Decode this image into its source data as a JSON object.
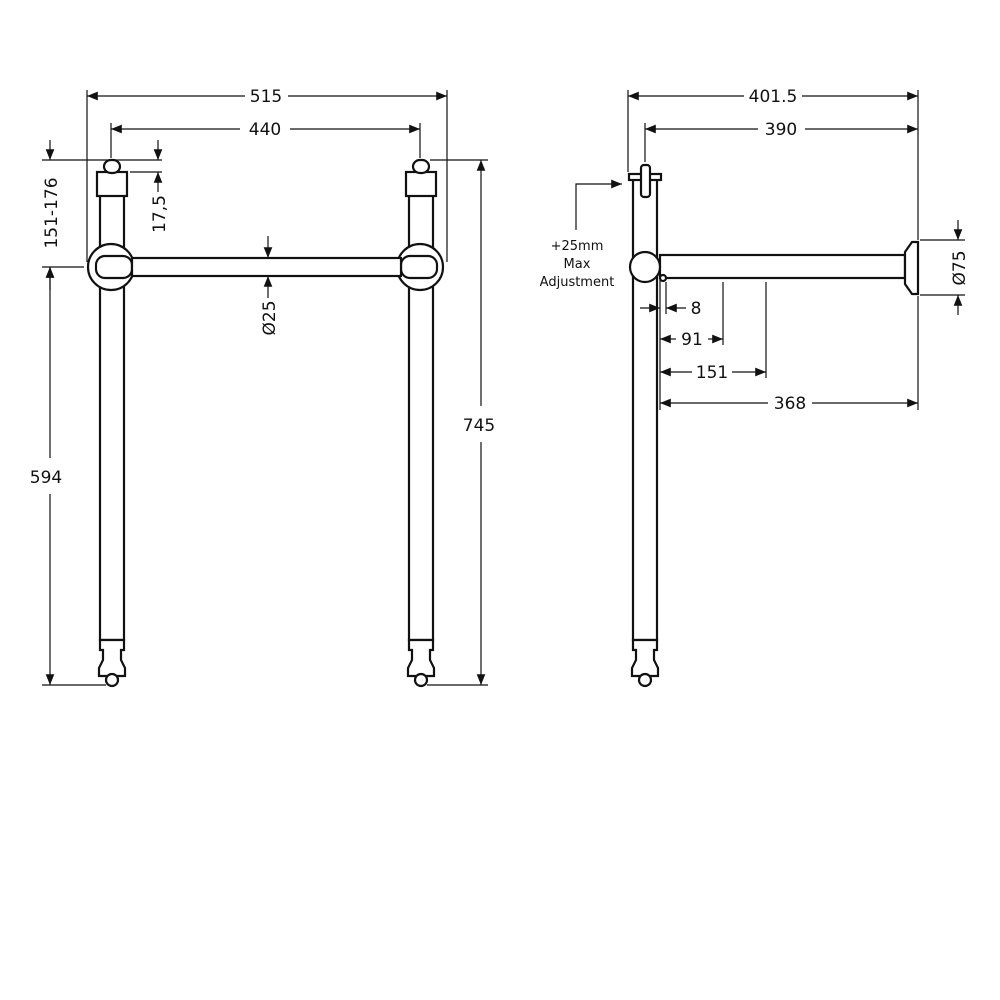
{
  "front_view": {
    "width_overall": "515",
    "width_centers": "440",
    "top_to_bar": "151-176",
    "cap_height": "17,5",
    "bar_diameter": "Ø25",
    "leg_height_to_bar": "594",
    "total_height": "745"
  },
  "side_view": {
    "depth_overall": "401.5",
    "depth_to_wall": "390",
    "plate_diameter": "Ø75",
    "dim_8": "8",
    "dim_91": "91",
    "dim_151": "151",
    "dim_368": "368",
    "adjustment_note": [
      "+25mm",
      "Max",
      "Adjustment"
    ]
  }
}
